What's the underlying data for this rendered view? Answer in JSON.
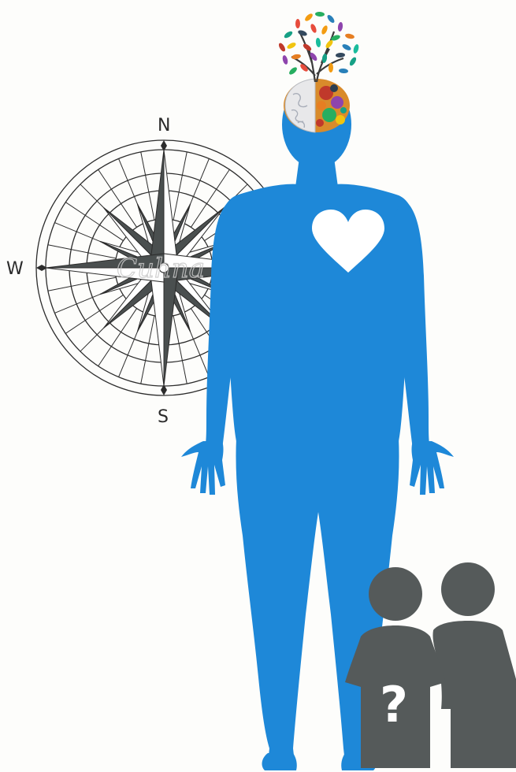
{
  "compass": {
    "north": "N",
    "west": "W",
    "south": "S",
    "watermark": "Cuhna"
  },
  "people": {
    "question_mark": "?"
  },
  "colors": {
    "figure": "#1e88d8",
    "people": "#555a5a",
    "compass_dark": "#4a4f4f"
  },
  "icons": [
    "compass-rose-icon",
    "human-figure-icon",
    "heart-icon",
    "brain-icon",
    "tree-icon",
    "people-icon",
    "question-mark-icon"
  ]
}
